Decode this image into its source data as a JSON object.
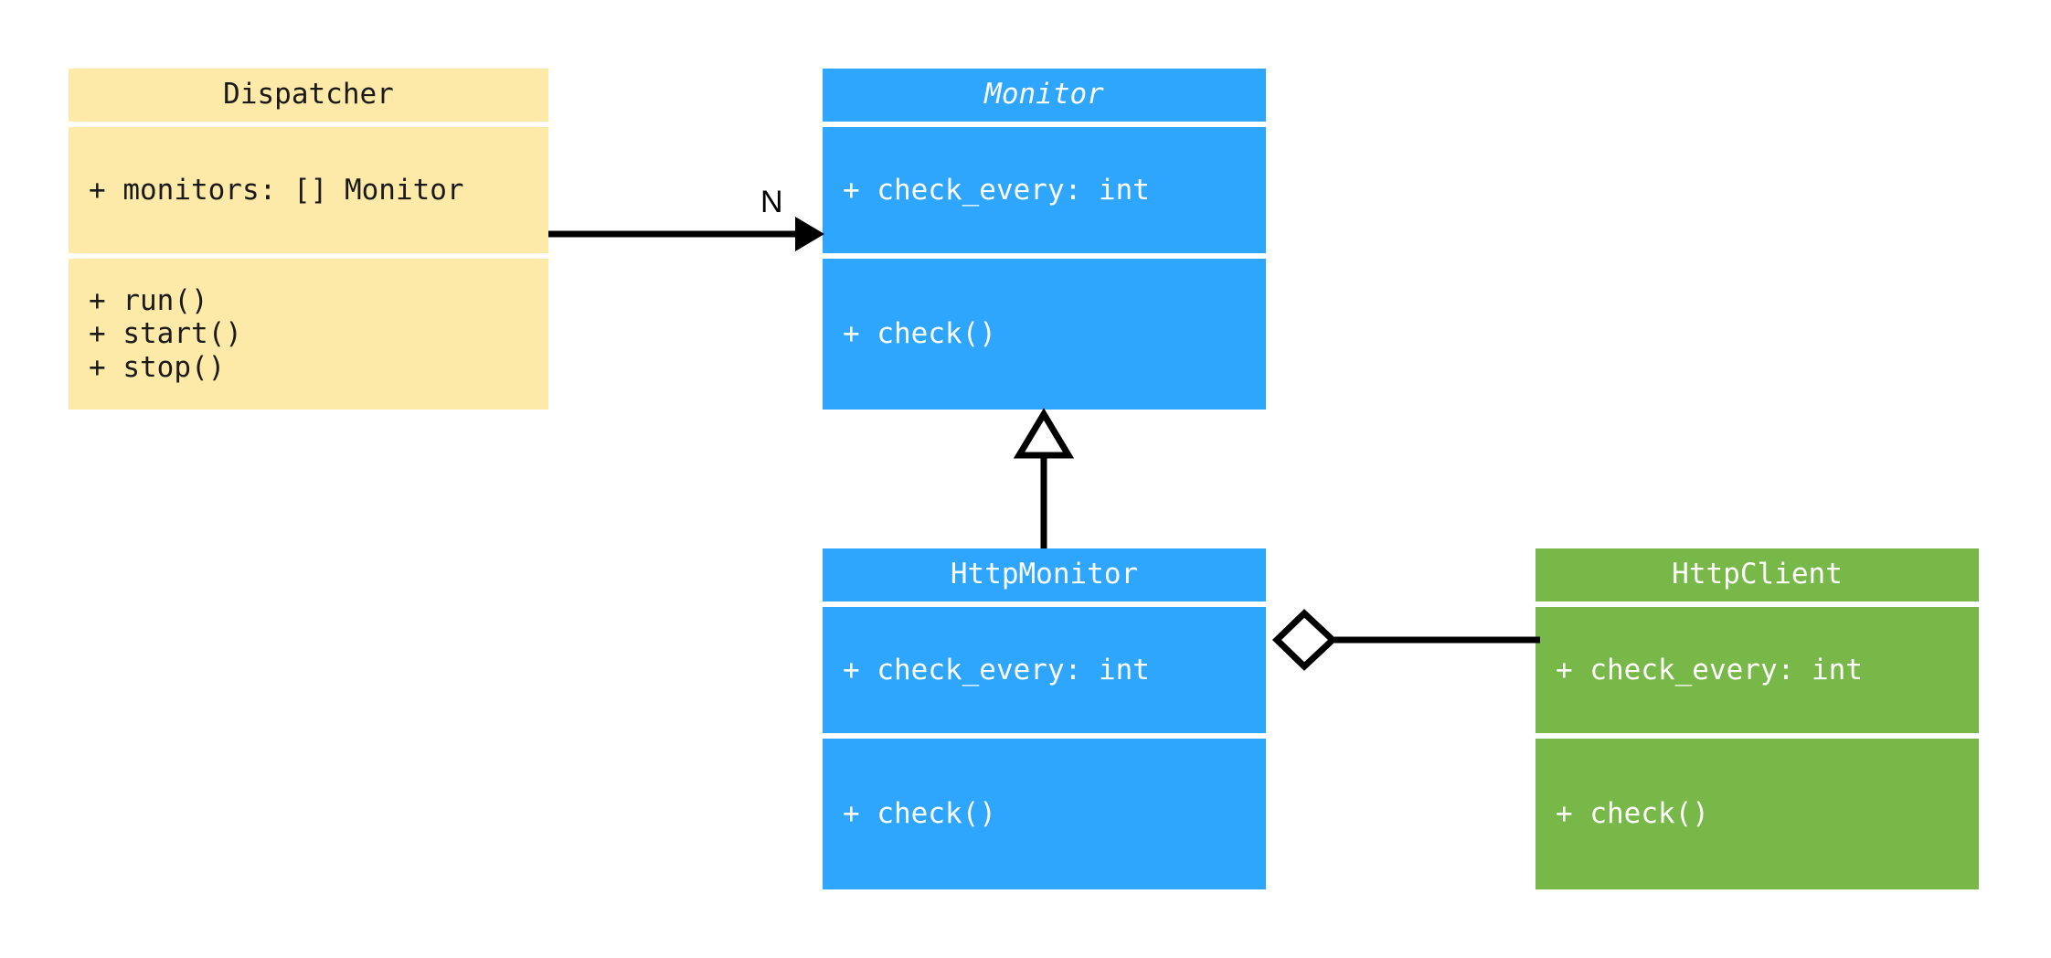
{
  "diagram": {
    "type": "uml-class-diagram",
    "background": "#ffffff",
    "palette": {
      "yellow": "#fdeaa8",
      "blue": "#2fa6fd",
      "green": "#78b848",
      "line": "#000000",
      "text_dark": "#1a1a1a",
      "text_light": "#ffffff"
    }
  },
  "classes": {
    "dispatcher": {
      "name": "Dispatcher",
      "abstract": false,
      "color": "#fdeaa8",
      "attributes": [
        "+ monitors: [] Monitor"
      ],
      "methods": [
        "+ run()",
        "+ start()",
        "+ stop()"
      ]
    },
    "monitor": {
      "name": "Monitor",
      "abstract": true,
      "color": "#2fa6fd",
      "attributes": [
        "+ check_every: int"
      ],
      "methods": [
        "+ check()"
      ]
    },
    "http_monitor": {
      "name": "HttpMonitor",
      "abstract": false,
      "color": "#2fa6fd",
      "attributes": [
        "+ check_every: int"
      ],
      "methods": [
        "+ check()"
      ]
    },
    "http_client": {
      "name": "HttpClient",
      "abstract": false,
      "color": "#78b848",
      "attributes": [
        "+ check_every: int"
      ],
      "methods": [
        "+ check()"
      ]
    }
  },
  "relations": {
    "dispatcher_to_monitor": {
      "kind": "association",
      "arrowhead": "filled-triangle",
      "label": "N",
      "from": "Dispatcher",
      "to": "Monitor"
    },
    "http_monitor_to_monitor": {
      "kind": "generalization",
      "arrowhead": "hollow-triangle",
      "label": "",
      "from": "HttpMonitor",
      "to": "Monitor"
    },
    "http_monitor_to_http_client": {
      "kind": "aggregation",
      "arrowhead": "hollow-diamond",
      "label": "",
      "from": "HttpMonitor",
      "to": "HttpClient"
    }
  }
}
